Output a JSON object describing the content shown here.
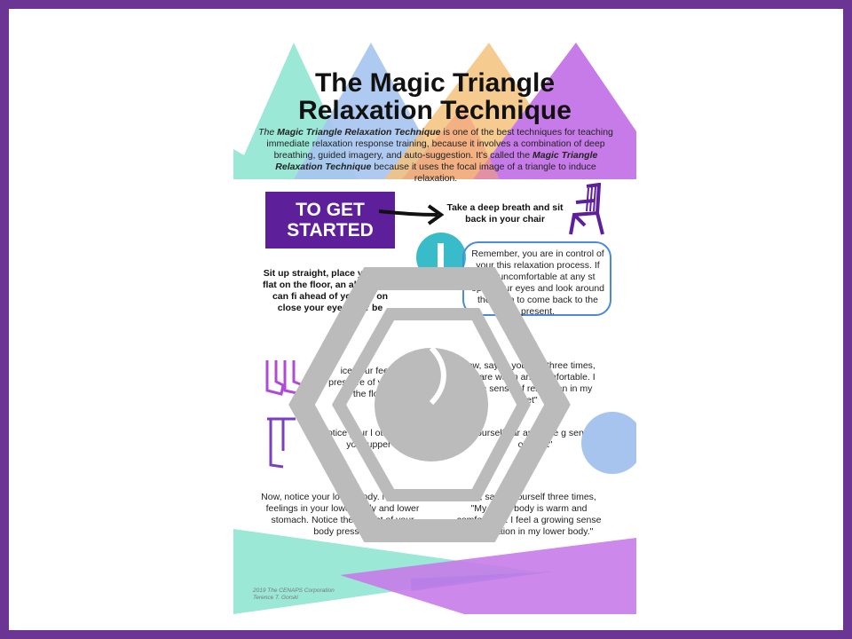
{
  "title": {
    "line1": "The Magic Triangle",
    "line2": "Relaxation Technique"
  },
  "intro": {
    "p1": "The ",
    "b1": "Magic Triangle Relaxation Technique",
    "p2": " is one of the best techniques for teaching immediate relaxation response training, because it involves a combination of deep breathing, guided imagery, and auto-suggestion. It's called the ",
    "b2": "Magic Triangle Relaxation Technique",
    "p3": " because it uses the focal image of a triangle to induce relaxation."
  },
  "get_started": {
    "line1": "TO GET",
    "line2": "STARTED"
  },
  "breath": "Take a deep breath and sit back in your chair",
  "sit_up": "Sit up straight, place your feet flat on the floor, an ahead. You can fi ahead of you to f on close your eyes, y er be",
  "remember": "Remember, you are in control of your this relaxation process. If feel uncomfortable at any st open your eyes and look around the room to come back to the present.",
  "feet_notice": "ice your feet. e pressure of y feet on the floor.",
  "feet_say": "Now, say to yourself three times, \"My are warm and comfortable. I feel a sense of relaxation in my feet\"",
  "legs_notice": "notice your l otice feelin your upper l",
  "legs_say": "ourself var and able g sense of on et\"",
  "stomach_notice": "Now, notice your lower body. Notice the feelings in your lower body and lower stomach. Notice the weight of your body pressing",
  "stomach_say": "Now, say to yourself three times, \"My lower body is warm and comfortable. I feel a growing sense of relaxation in my lower body.\"",
  "credit": {
    "line1": "2019 The CENAPS Corporation",
    "line2": "Terence T. Gorski"
  },
  "colors": {
    "frame": "#6a3593",
    "teal": "#9be8d7",
    "blue": "#a6c4ee",
    "orange": "#f5c27c",
    "purple": "#c77be8",
    "watermark": "#bbbbbb"
  }
}
